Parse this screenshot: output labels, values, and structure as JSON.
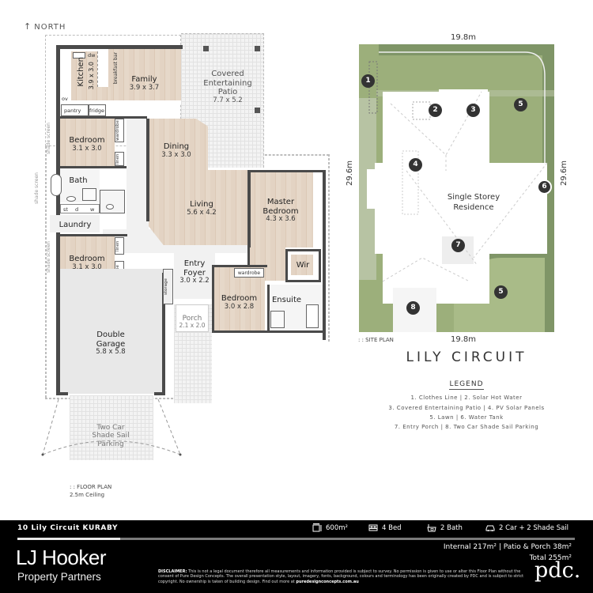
{
  "floor_plan": {
    "north_label": "NORTH",
    "rooms": {
      "kitchen": {
        "name": "Kitchen",
        "dim": "3.9 x 3.0"
      },
      "family": {
        "name": "Family",
        "dim": "3.9 x 3.7"
      },
      "patio": {
        "name_lines": [
          "Covered",
          "Entertaining",
          "Patio"
        ],
        "dim": "7.7 x 5.2"
      },
      "bedroom_nw": {
        "name": "Bedroom",
        "dim": "3.1 x 3.0"
      },
      "dining": {
        "name": "Dining",
        "dim": "3.3 x 3.0"
      },
      "bath": {
        "name": "Bath"
      },
      "living": {
        "name": "Living",
        "dim": "5.6 x 4.2"
      },
      "master": {
        "name_lines": [
          "Master",
          "Bedroom"
        ],
        "dim": "4.3 x 3.6"
      },
      "laundry": {
        "name": "Laundry"
      },
      "bedroom_sw": {
        "name": "Bedroom",
        "dim": "3.1 x 3.0"
      },
      "entry": {
        "name_lines": [
          "Entry",
          "Foyer"
        ],
        "dim": "3.0 x 2.2"
      },
      "wir": {
        "name": "Wir"
      },
      "bedroom_s": {
        "name": "Bedroom",
        "dim": "3.0 x 2.8"
      },
      "ensuite": {
        "name": "Ensuite"
      },
      "porch": {
        "name": "Porch",
        "dim": "2.1 x 2.0"
      },
      "garage": {
        "name_lines": [
          "Double",
          "Garage"
        ],
        "dim": "5.8 x 5.8"
      },
      "shade_parking": {
        "name_lines": [
          "Two Car",
          "Shade Sail",
          "Parking"
        ]
      }
    },
    "fixtures": {
      "dw": "dw",
      "breakfast_bar": "breakfast bar",
      "ov": "ov",
      "pantry": "pantry",
      "fridge": "fridge",
      "wardrobe": "wardrobe",
      "linen": "linen",
      "shade_screen": "shade screen",
      "st": "st",
      "d": "d",
      "w": "w",
      "storage": "storage"
    },
    "caption_line1": ": : FLOOR PLAN",
    "caption_line2": "2.5m Ceiling"
  },
  "site_plan": {
    "width_top": "19.8m",
    "width_bottom": "19.8m",
    "depth_left": "29.6m",
    "depth_right": "29.6m",
    "residence_lines": [
      "Single Storey",
      "Residence"
    ],
    "caption": ": : SITE PLAN",
    "markers": [
      "1",
      "2",
      "3",
      "4",
      "5",
      "6",
      "7",
      "8",
      "5"
    ]
  },
  "title": "LILY CIRCUIT",
  "legend": {
    "title": "LEGEND",
    "lines": [
      "1. Clothes Line  |  2. Solar Hot Water",
      "3. Covered Entertaining Patio  |  4. PV Solar Panels",
      "5. Lawn  |  6. Water Tank",
      "7. Entry Porch  |  8. Two Car Shade Sail Parking"
    ]
  },
  "footer": {
    "address": "10 Lily Circuit KURABY",
    "stats": {
      "land": "600m²",
      "bed": "4 Bed",
      "bath": "2 Bath",
      "car": "2 Car + 2 Shade Sail"
    },
    "area_line": "Internal 217m²  |  Patio & Porch 38m²",
    "total_line": "Total 255m²",
    "brand": "LJ Hooker",
    "brand_sub": "Property Partners",
    "disclaimer_label": "DISCLAIMER:",
    "disclaimer_text": "This is not a legal document therefore all measurements and information provided is subject to survey. No permission is given to use or alter this Floor Plan without the consent of Pure Design Concepts. The overall presentation style, layout, imagery, fonts, background, colours and terminology has been originally created by PDC and is subject to strict copyright. No ownership is taken of building design. Find out more at",
    "disclaimer_link": "puredesignconcepts.com.au",
    "pdc_logo": "pdc.",
    "colors": {
      "background": "#000000",
      "progress": "#e8e8e8",
      "track": "#7a7a7a"
    }
  }
}
